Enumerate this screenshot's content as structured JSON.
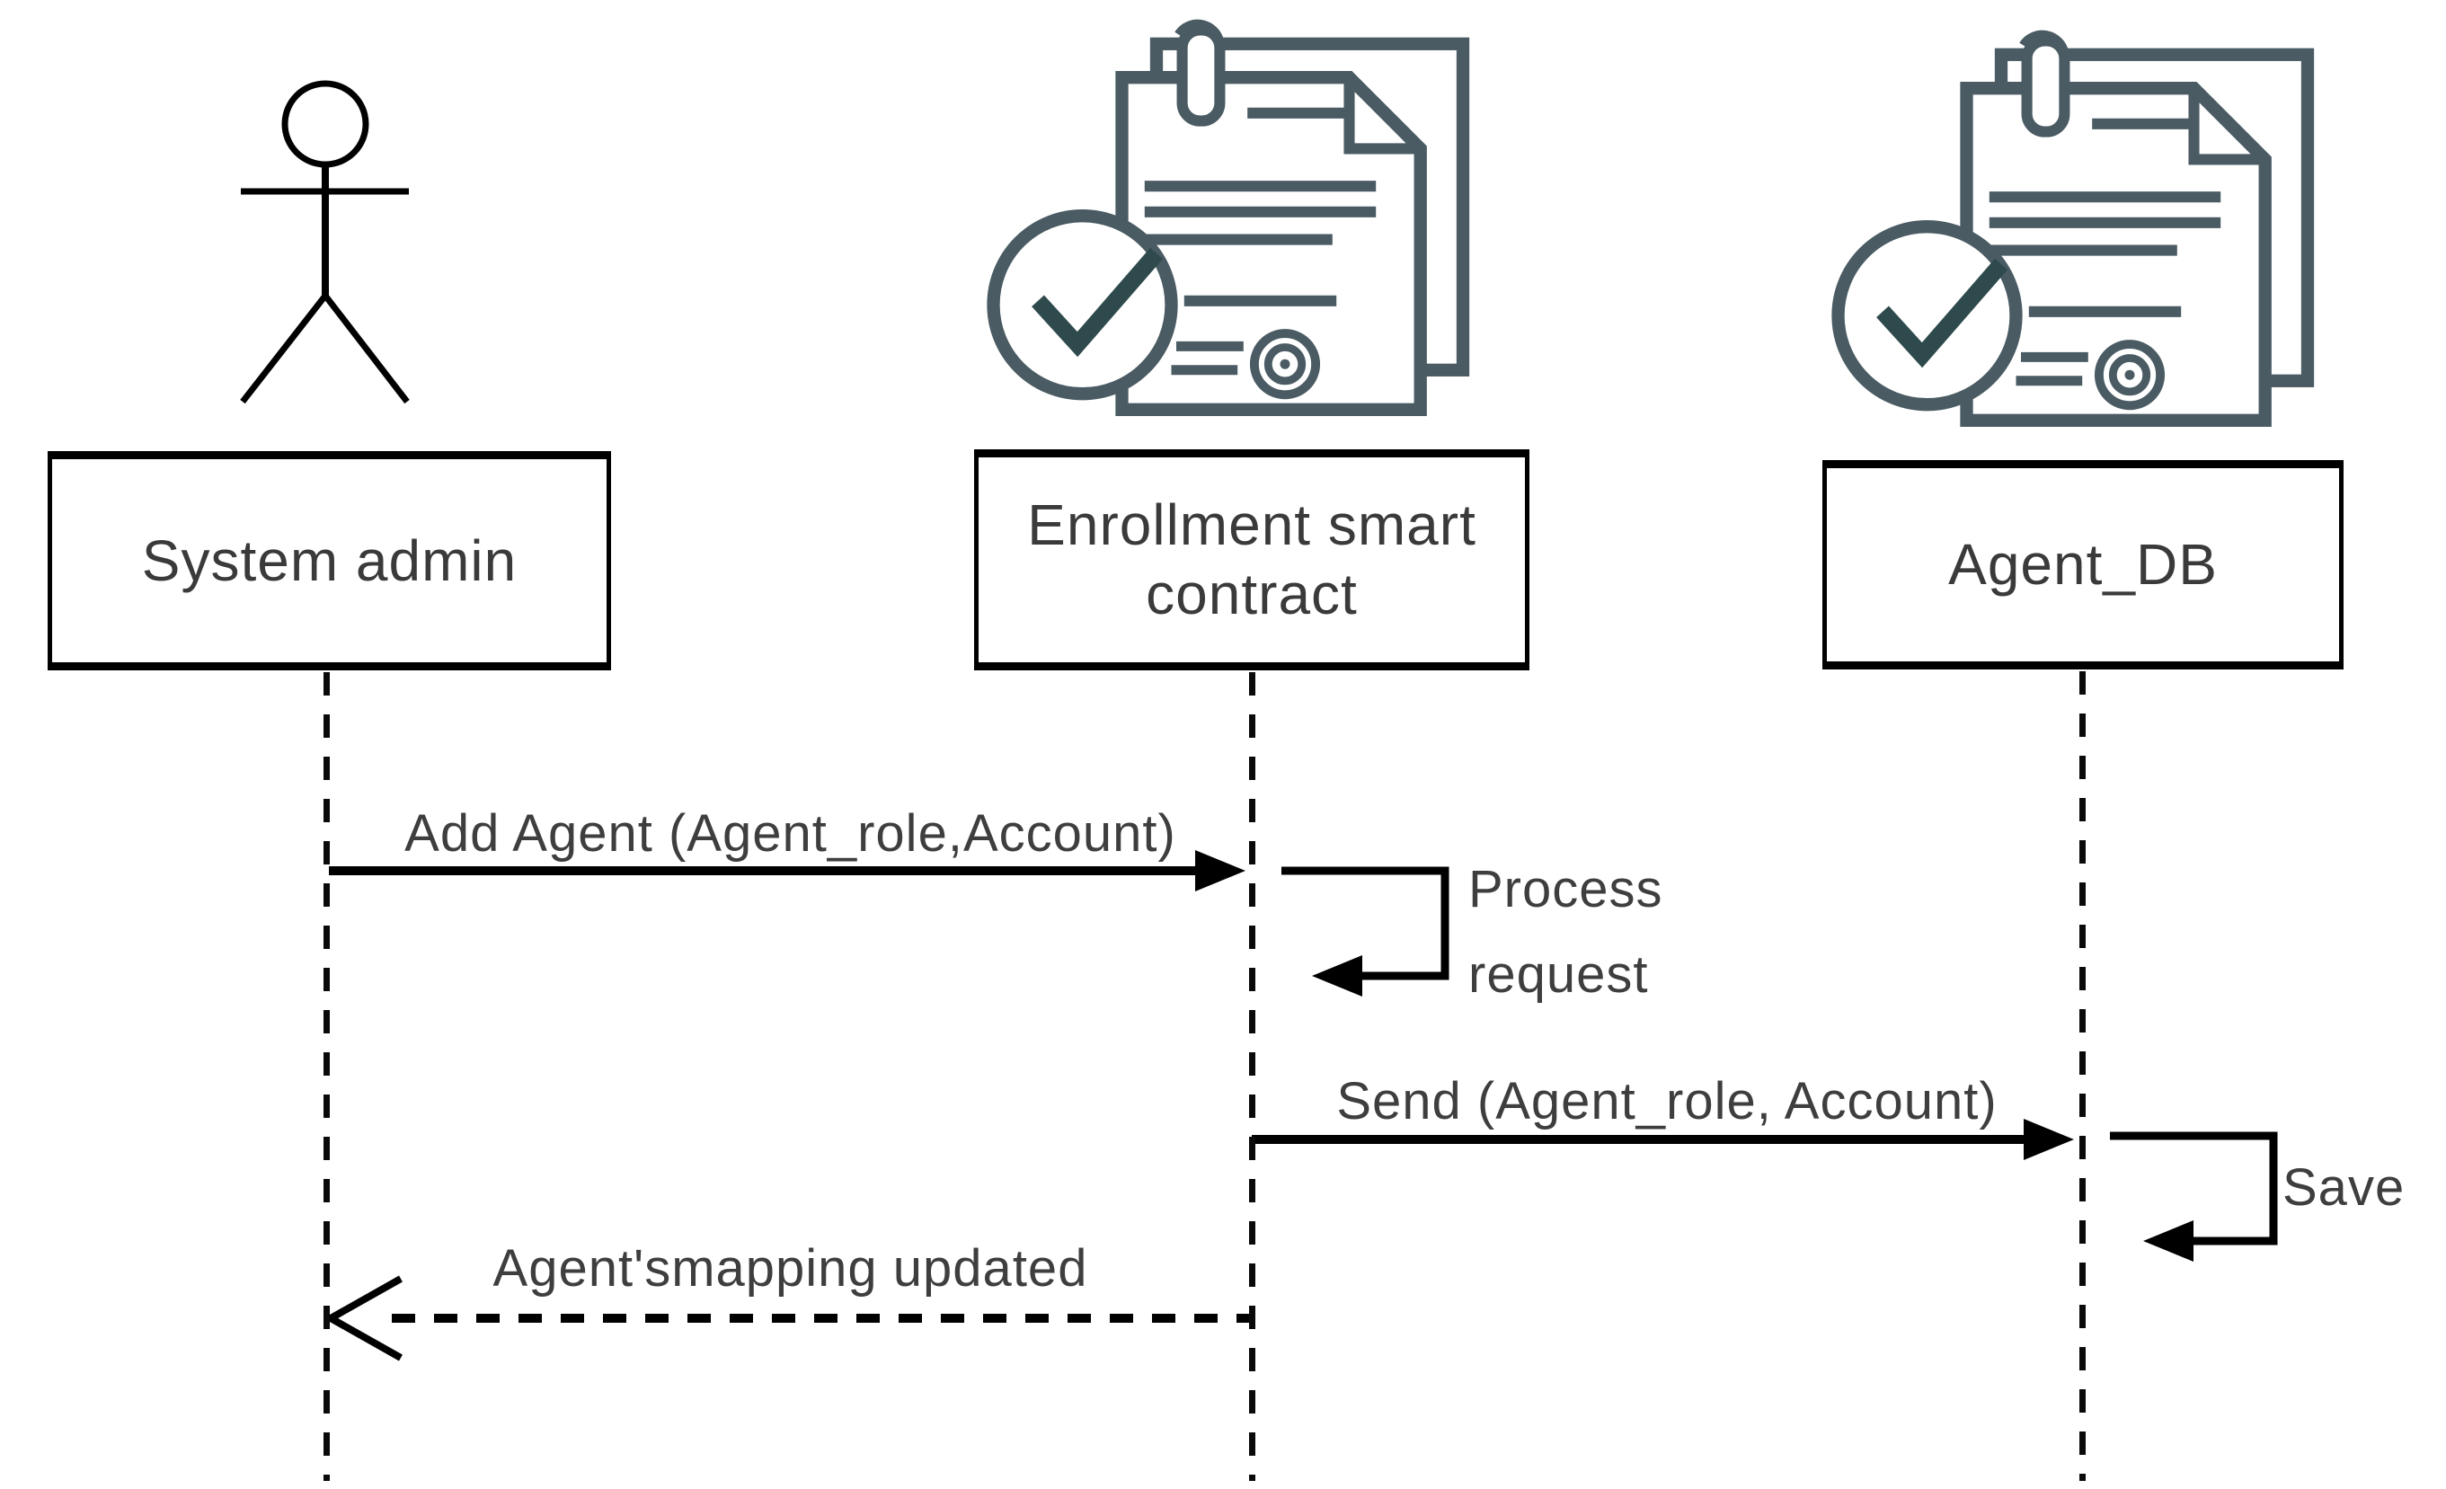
{
  "diagram": {
    "kind": "uml-sequence-diagram",
    "background_color": "#ffffff",
    "line_color": "#000000",
    "text_color": "#3e3e3e",
    "icon_outline_color": "#4a5b63",
    "icon_check_color": "#2f4a4c"
  },
  "participants": [
    {
      "label": "System admin",
      "icon": "actor-stick-figure-icon"
    },
    {
      "label": "Enrollment smart contract",
      "icon": "smart-contract-document-icon"
    },
    {
      "label": "Agent_DB",
      "icon": "smart-contract-document-icon"
    }
  ],
  "messages": [
    {
      "label": "Add Agent (Agent_role,Account)",
      "kind": "solid-arrow",
      "from": "System admin",
      "to": "Enrollment smart contract"
    },
    {
      "label": "Process request",
      "kind": "self-loop",
      "from": "Enrollment smart contract",
      "to": "Enrollment smart contract"
    },
    {
      "label": "Send (Agent_role, Account)",
      "kind": "solid-arrow",
      "from": "Enrollment smart contract",
      "to": "Agent_DB"
    },
    {
      "label": "Save",
      "kind": "self-loop",
      "from": "Agent_DB",
      "to": "Agent_DB"
    },
    {
      "label": "Agent'smapping updated",
      "kind": "dashed-return",
      "from": "Enrollment smart contract",
      "to": "System admin"
    }
  ]
}
